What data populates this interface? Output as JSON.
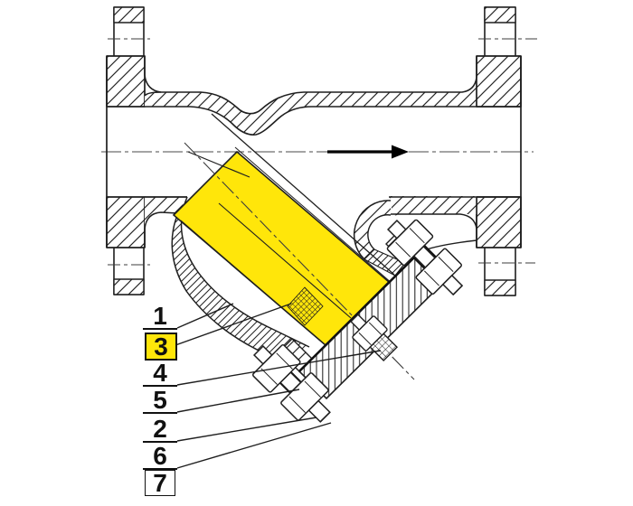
{
  "drawing": {
    "subject": "Y-strainer pipeline filter sectional drawing",
    "highlight_color": "#FFE60A",
    "line_color": "#1f1f1f",
    "background_color": "#ffffff",
    "flow_arrow_direction": "right"
  },
  "callouts": {
    "items": [
      {
        "label": "1",
        "highlighted": false,
        "boxed": false
      },
      {
        "label": "3",
        "highlighted": true,
        "boxed": true
      },
      {
        "label": "4",
        "highlighted": false,
        "boxed": false
      },
      {
        "label": "5",
        "highlighted": false,
        "boxed": false
      },
      {
        "label": "2",
        "highlighted": false,
        "boxed": false
      },
      {
        "label": "6",
        "highlighted": false,
        "boxed": false
      },
      {
        "label": "7",
        "highlighted": false,
        "boxed": true
      }
    ]
  }
}
